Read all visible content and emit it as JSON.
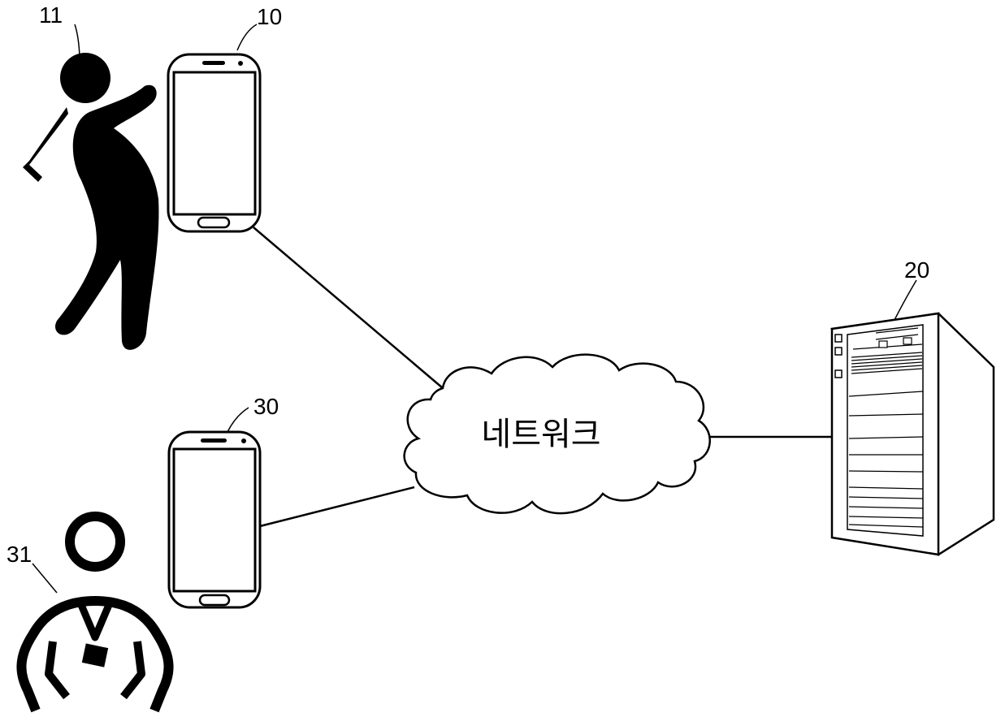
{
  "labels": {
    "golfer": "11",
    "golfer_phone": "10",
    "server": "20",
    "coach_phone": "30",
    "coach": "31"
  },
  "network": {
    "label": "네트워크"
  },
  "colors": {
    "ink": "#000000",
    "background": "#ffffff"
  }
}
